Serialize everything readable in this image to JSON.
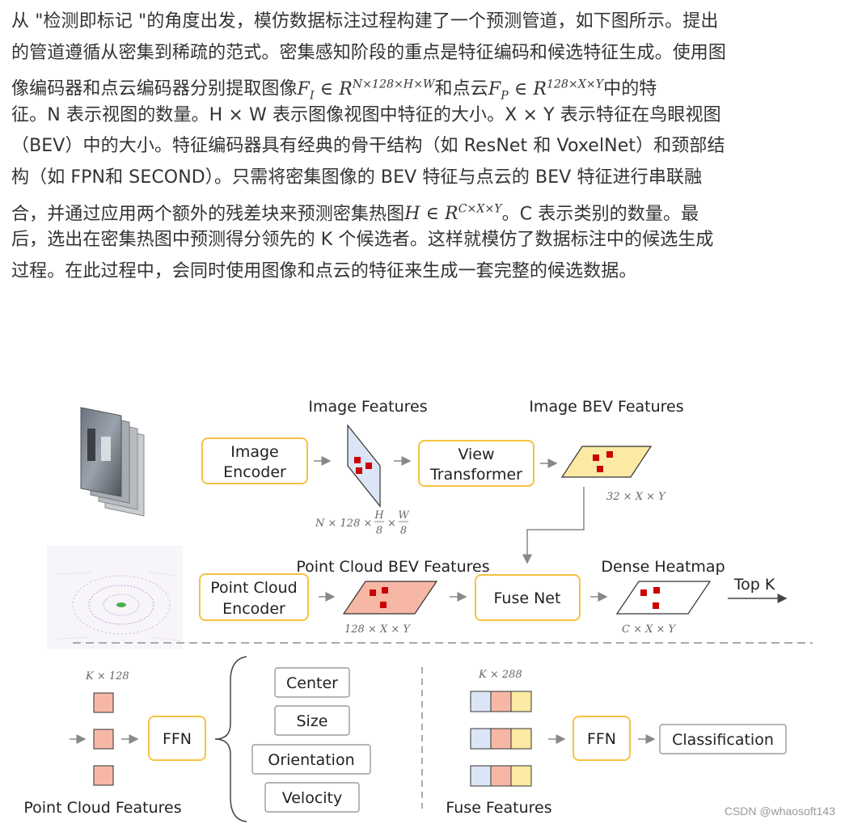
{
  "paragraph": {
    "l1": "从 \"检测即标记 \"的角度出发，模仿数据标注过程构建了一个预测管道，如下图所示。提出",
    "l2": "的管道遵循从密集到稀疏的范式。密集感知阶段的重点是特征编码和候选特征生成。使用图",
    "l3a": "像编码器和点云编码器分别提取图像",
    "m1": "F",
    "m1sub": "I",
    "m1in": " ∈ R",
    "m1sup": "N×128×H×W",
    "l3b": "和点云",
    "m2": "F",
    "m2sub": "P",
    "m2in": " ∈ R",
    "m2sup": "128×X×Y",
    "l3c": "中的特",
    "l4": "征。N 表示视图的数量。H × W 表示图像视图中特征的大小。X × Y 表示特征在鸟眼视图",
    "l5": "（BEV）中的大小。特征编码器具有经典的骨干结构（如 ResNet 和 VoxelNet）和颈部结",
    "l6": "构（如 FPN和 SECOND）。只需将密集图像的 BEV 特征与点云的 BEV 特征进行串联融",
    "l7a": "合，并通过应用两个额外的残差块来预测密集热图",
    "m3": "H ∈ R",
    "m3sup": "C×X×Y",
    "l7b": "。C 表示类别的数量。最",
    "l8": "后，选出在密集热图中预测得分领先的 K 个候选者。这样就模仿了数据标注中的候选生成",
    "l9": "过程。在此过程中，会同时使用图像和点云的特征来生成一套完整的候选数据。"
  },
  "figure": {
    "image_features": "Image Features",
    "image_bev_features": "Image BEV Features",
    "image_encoder_1": "Image",
    "image_encoder_2": "Encoder",
    "view_transformer_1": "View",
    "view_transformer_2": "Transformer",
    "dim_img_feat_a": "N × 128 ×",
    "dim_img_feat_h": "H",
    "dim_img_feat_8a": "8",
    "dim_img_feat_x": "×",
    "dim_img_feat_w": "W",
    "dim_img_feat_8b": "8",
    "dim_img_bev": "32 × X × Y",
    "pc_bev_features": "Point Cloud BEV Features",
    "dense_heatmap": "Dense Heatmap",
    "pc_encoder_1": "Point Cloud",
    "pc_encoder_2": "Encoder",
    "fuse_net": "Fuse Net",
    "top_k": "Top K",
    "dim_pc_bev": "128 × X × Y",
    "dim_heatmap": "C × X × Y",
    "dim_k128": "K × 128",
    "dim_k288": "K × 288",
    "ffn_1": "FFN",
    "ffn_2": "FFN",
    "head_center": "Center",
    "head_size": "Size",
    "head_orientation": "Orientation",
    "head_velocity": "Velocity",
    "classification": "Classification",
    "point_cloud_features": "Point Cloud Features",
    "fuse_features": "Fuse Features"
  },
  "watermark": "CSDN @whaosoft143",
  "colors": {
    "box_border": "#f5c242",
    "image_feat_fill": "#dbe5f6",
    "image_bev_fill": "#fbeaa3",
    "pc_bev_fill": "#f6b8a5",
    "marker_red": "#cc0000",
    "arrow_gray": "#888888"
  }
}
